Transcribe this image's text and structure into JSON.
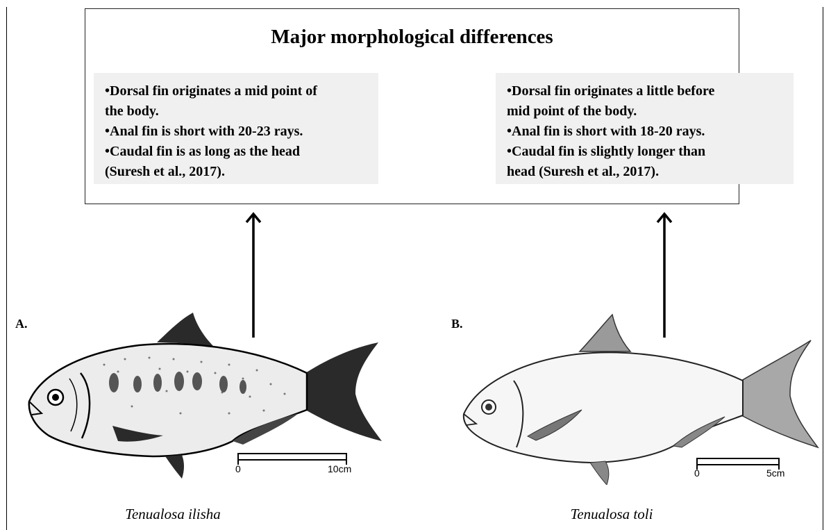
{
  "diagram": {
    "title": "Major morphological differences",
    "left_panel": {
      "traits": [
        "•Dorsal fin originates a mid point of",
        "the body.",
        "•Anal fin is short with 20-23 rays.",
        "•Caudal fin is as long as the head",
        "(Suresh et al., 2017)."
      ]
    },
    "right_panel": {
      "traits": [
        "•Dorsal fin originates a little before",
        "mid point of the body.",
        "•Anal fin is short with 18-20 rays.",
        "•Caudal fin is slightly longer than",
        "head (Suresh et al., 2017)."
      ]
    },
    "specimen_a": {
      "letter": "A.",
      "species": "Tenualosa ilisha",
      "scale_start": "0",
      "scale_end": "10cm"
    },
    "specimen_b": {
      "letter": "B.",
      "species": "Tenualosa toli",
      "scale_start": "0",
      "scale_end": "5cm"
    }
  },
  "colors": {
    "panel_background": "#f0f0f0",
    "stroke": "#000000"
  }
}
